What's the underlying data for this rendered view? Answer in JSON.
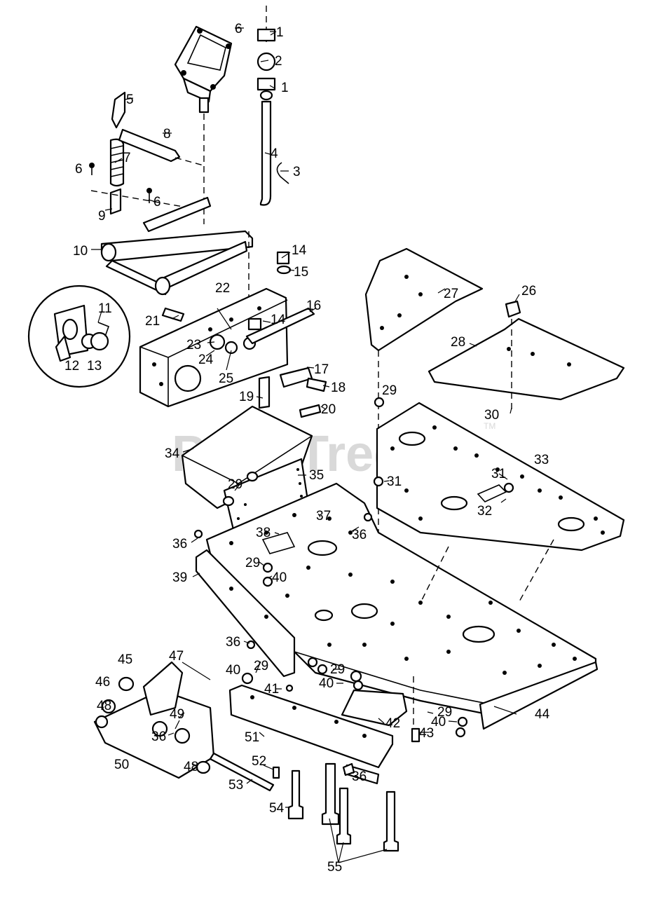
{
  "watermark": {
    "text": "PartsTree",
    "tm": "TM"
  },
  "labels": [
    {
      "id": "l-6a",
      "text": "6"
    },
    {
      "id": "l-1a",
      "text": "1"
    },
    {
      "id": "l-2",
      "text": "2"
    },
    {
      "id": "l-1b",
      "text": "1"
    },
    {
      "id": "l-5",
      "text": "5"
    },
    {
      "id": "l-8",
      "text": "8"
    },
    {
      "id": "l-7",
      "text": "7"
    },
    {
      "id": "l-4",
      "text": "4"
    },
    {
      "id": "l-3",
      "text": "3"
    },
    {
      "id": "l-6b",
      "text": "6"
    },
    {
      "id": "l-6c",
      "text": "6"
    },
    {
      "id": "l-9",
      "text": "9"
    },
    {
      "id": "l-10",
      "text": "10"
    },
    {
      "id": "l-14a",
      "text": "14"
    },
    {
      "id": "l-15",
      "text": "15"
    },
    {
      "id": "l-22",
      "text": "22"
    },
    {
      "id": "l-11",
      "text": "11"
    },
    {
      "id": "l-16",
      "text": "16"
    },
    {
      "id": "l-21",
      "text": "21"
    },
    {
      "id": "l-14b",
      "text": "14"
    },
    {
      "id": "l-23",
      "text": "23"
    },
    {
      "id": "l-24",
      "text": "24"
    },
    {
      "id": "l-25",
      "text": "25"
    },
    {
      "id": "l-12",
      "text": "12"
    },
    {
      "id": "l-13",
      "text": "13"
    },
    {
      "id": "l-17",
      "text": "17"
    },
    {
      "id": "l-18",
      "text": "18"
    },
    {
      "id": "l-19",
      "text": "19"
    },
    {
      "id": "l-20",
      "text": "20"
    },
    {
      "id": "l-26",
      "text": "26"
    },
    {
      "id": "l-27",
      "text": "27"
    },
    {
      "id": "l-28",
      "text": "28"
    },
    {
      "id": "l-29a",
      "text": "29"
    },
    {
      "id": "l-30",
      "text": "30"
    },
    {
      "id": "l-33",
      "text": "33"
    },
    {
      "id": "l-34",
      "text": "34"
    },
    {
      "id": "l-35",
      "text": "35"
    },
    {
      "id": "l-29b",
      "text": "29"
    },
    {
      "id": "l-31a",
      "text": "31"
    },
    {
      "id": "l-31b",
      "text": "31"
    },
    {
      "id": "l-32",
      "text": "32"
    },
    {
      "id": "l-37",
      "text": "37"
    },
    {
      "id": "l-38",
      "text": "38"
    },
    {
      "id": "l-36a",
      "text": "36"
    },
    {
      "id": "l-36b",
      "text": "36"
    },
    {
      "id": "l-29c",
      "text": "29"
    },
    {
      "id": "l-39",
      "text": "39"
    },
    {
      "id": "l-40a",
      "text": "40"
    },
    {
      "id": "l-36c",
      "text": "36"
    },
    {
      "id": "l-45",
      "text": "45"
    },
    {
      "id": "l-47",
      "text": "47"
    },
    {
      "id": "l-40b",
      "text": "40"
    },
    {
      "id": "l-29d",
      "text": "29"
    },
    {
      "id": "l-29e",
      "text": "29"
    },
    {
      "id": "l-46",
      "text": "46"
    },
    {
      "id": "l-40c",
      "text": "40"
    },
    {
      "id": "l-41",
      "text": "41"
    },
    {
      "id": "l-48a",
      "text": "48"
    },
    {
      "id": "l-49",
      "text": "49"
    },
    {
      "id": "l-29f",
      "text": "29"
    },
    {
      "id": "l-44",
      "text": "44"
    },
    {
      "id": "l-42",
      "text": "42"
    },
    {
      "id": "l-40d",
      "text": "40"
    },
    {
      "id": "l-36d",
      "text": "36"
    },
    {
      "id": "l-51",
      "text": "51"
    },
    {
      "id": "l-43",
      "text": "43"
    },
    {
      "id": "l-50",
      "text": "50"
    },
    {
      "id": "l-48b",
      "text": "48"
    },
    {
      "id": "l-52",
      "text": "52"
    },
    {
      "id": "l-53",
      "text": "53"
    },
    {
      "id": "l-36e",
      "text": "36"
    },
    {
      "id": "l-54",
      "text": "54"
    },
    {
      "id": "l-55",
      "text": "55"
    }
  ]
}
